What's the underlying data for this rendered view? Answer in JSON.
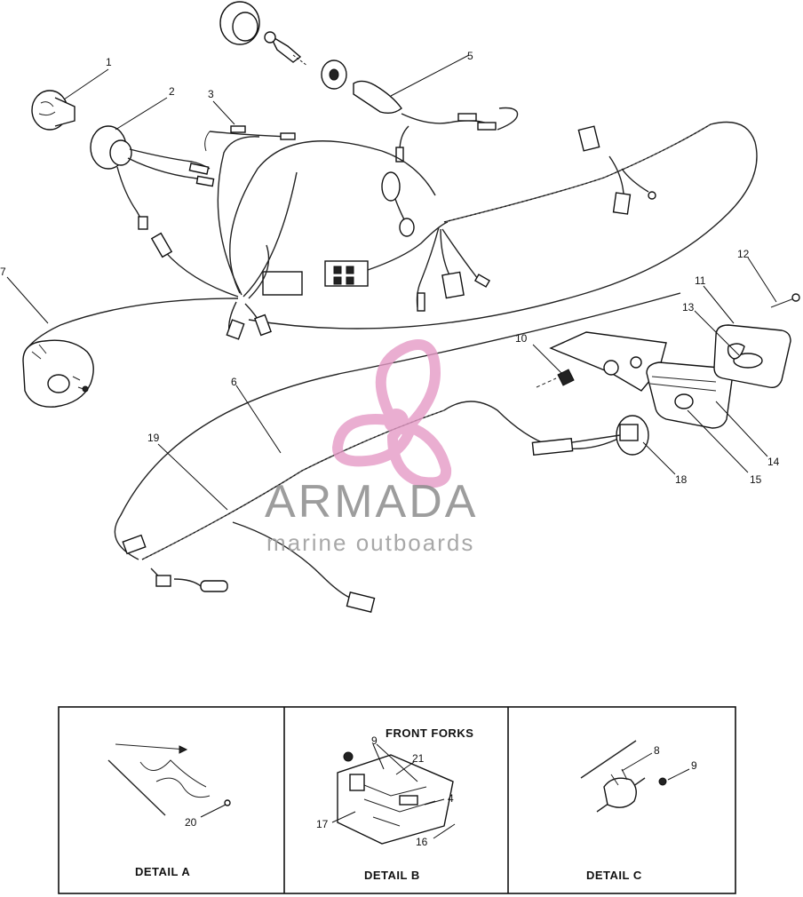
{
  "callouts": {
    "c1": "1",
    "c2": "2",
    "c3": "3",
    "c5": "5",
    "c6": "6",
    "c7": "7",
    "c10": "10",
    "c11": "11",
    "c12": "12",
    "c13": "13",
    "c14": "14",
    "c15": "15",
    "c18": "18",
    "c19": "19"
  },
  "details": {
    "a": {
      "label": "DETAIL A",
      "callouts": {
        "c20": "20"
      }
    },
    "b": {
      "label": "DETAIL B",
      "heading": "FRONT FORKS",
      "callouts": {
        "c9": "9",
        "c21": "21",
        "c17": "17",
        "c4": "4",
        "c16": "16"
      }
    },
    "c": {
      "label": "DETAIL C",
      "callouts": {
        "c8": "8",
        "c9": "9"
      }
    }
  },
  "watermark": {
    "brand": "ARMADA",
    "tagline": "marine outboards",
    "logo": "propeller-logo",
    "colors": {
      "logo": "#e59ac6",
      "text": "#8d8d8d"
    }
  }
}
